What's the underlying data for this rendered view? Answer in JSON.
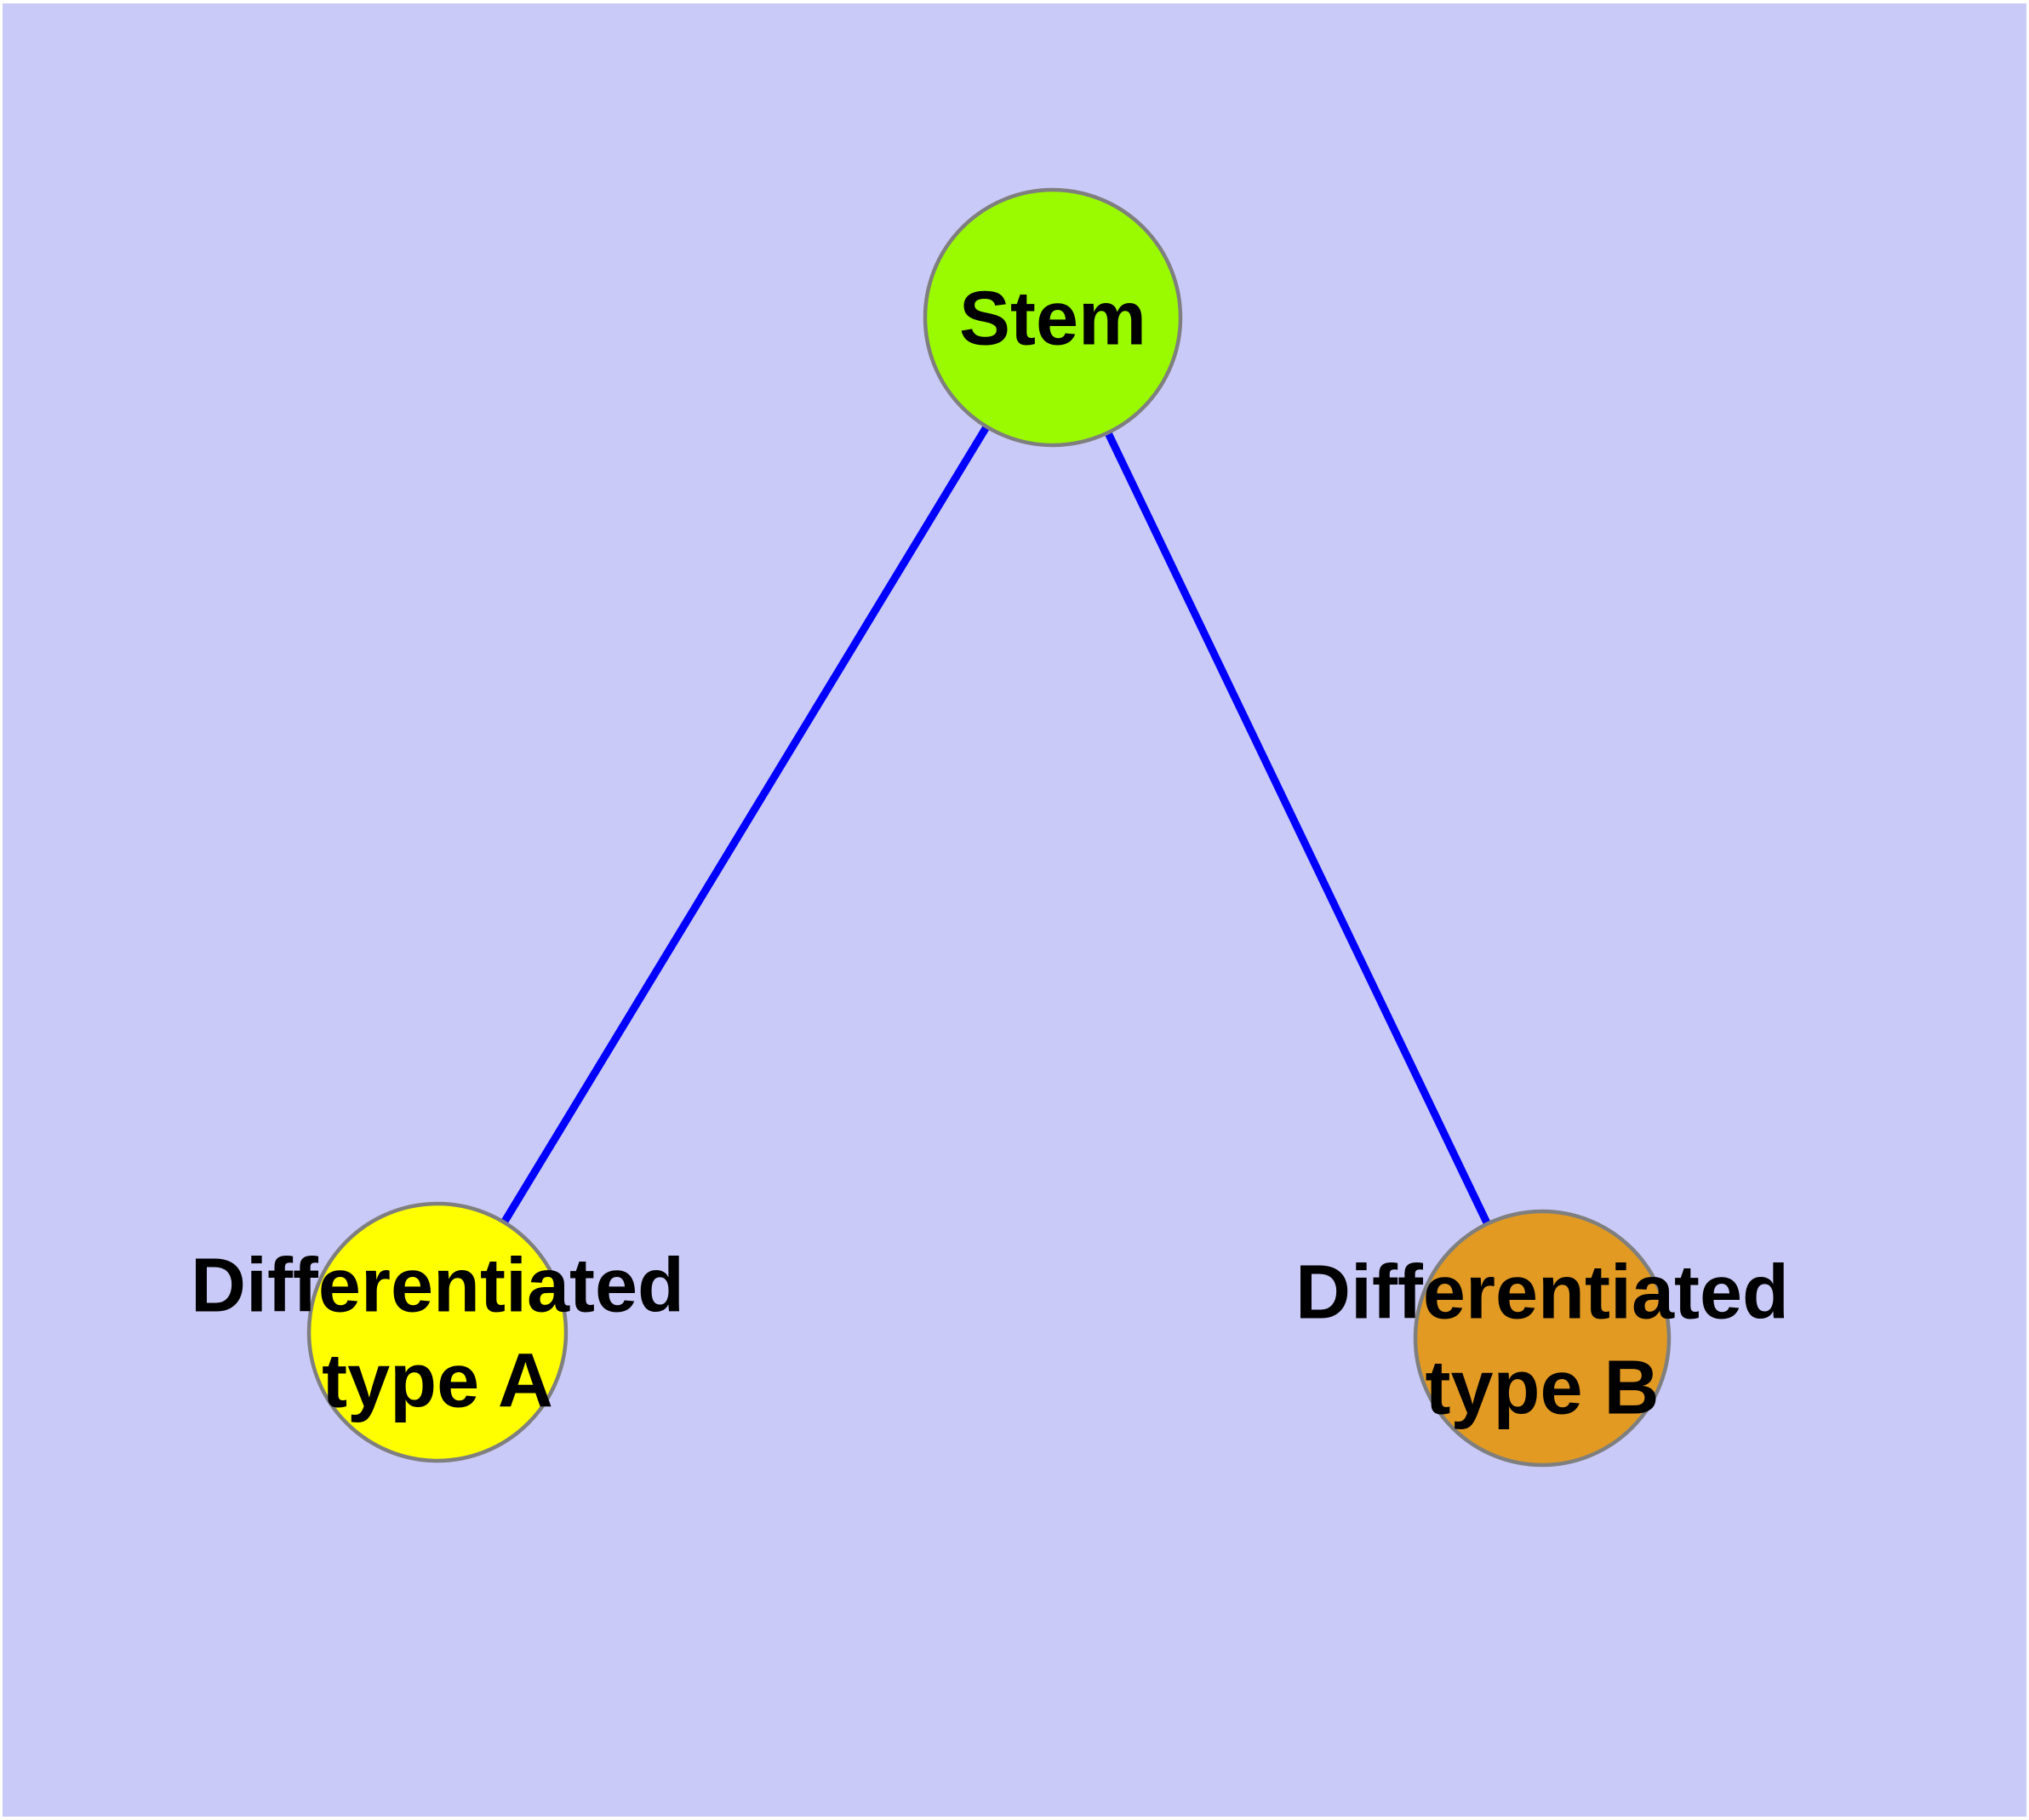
{
  "diagram": {
    "title": "",
    "background_color": "#cacaf8",
    "frame_color": "#ffffff",
    "edge_color": "#0000ff",
    "node_border_color": "#7f7f7f",
    "text_color": "#000000",
    "nodes": {
      "stem": {
        "label": "Stem",
        "fill": "#9afb00"
      },
      "type_a": {
        "label_line1": "Differentiated",
        "label_line2": "type A",
        "fill": "#ffff00"
      },
      "type_b": {
        "label_line1": "Differentiated",
        "label_line2": "type B",
        "fill": "#e29a22"
      }
    },
    "edges": [
      {
        "from": "Stem",
        "to": "Differentiated type A"
      },
      {
        "from": "Stem",
        "to": "Differentiated type B"
      }
    ]
  }
}
